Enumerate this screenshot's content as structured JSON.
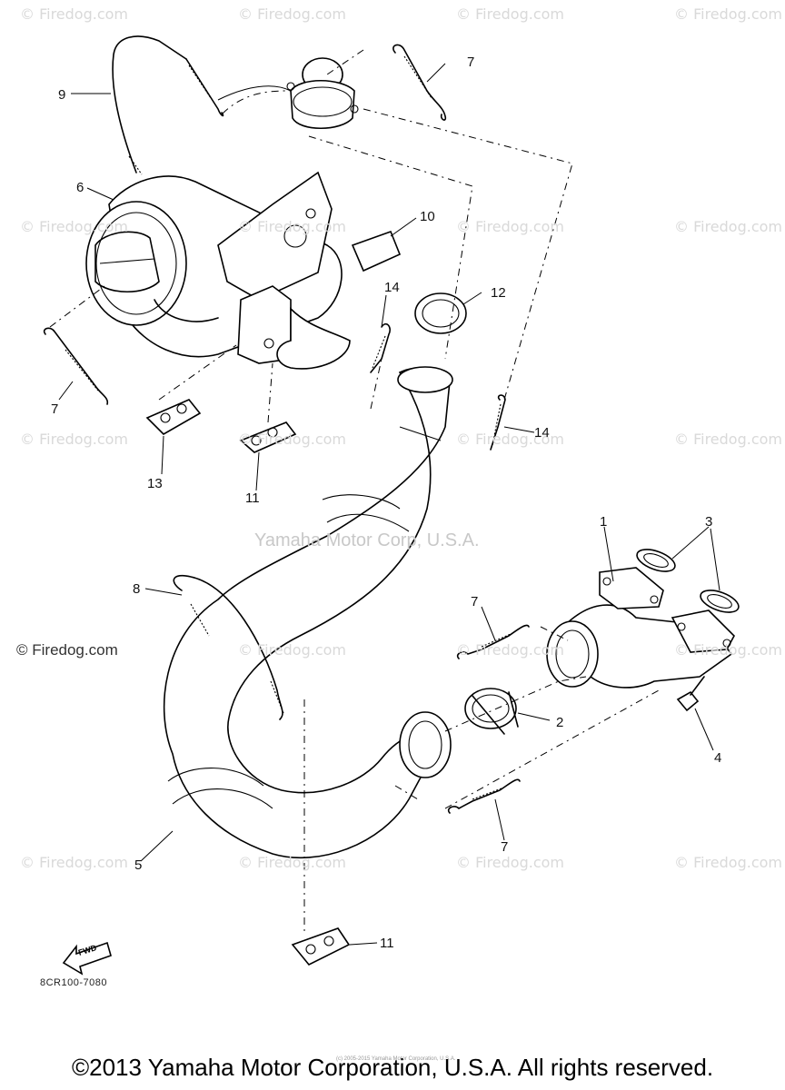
{
  "watermarks": [
    "© Firedog.com",
    "© Firedog.com",
    "© Firedog.com",
    "© Firedog.com",
    "© Firedog.com",
    "© Firedog.com",
    "© Firedog.com",
    "© Firedog.com",
    "© Firedog.com",
    "© Firedog.com",
    "© Firedog.com",
    "© Firedog.com",
    "© Firedog.com",
    "© Firedog.com",
    "© Firedog.com",
    "© Firedog.com",
    "© Firedog.com",
    "© Firedog.com",
    "© Firedog.com"
  ],
  "center_watermark": "Yamaha Motor Corp, U.S.A.",
  "left_watermark": "© Firedog.com",
  "callouts": [
    "1",
    "2",
    "3",
    "4",
    "5",
    "6",
    "7",
    "7",
    "7",
    "7",
    "8",
    "9",
    "10",
    "11",
    "11",
    "12",
    "13",
    "14",
    "14"
  ],
  "fwd_label": "FWD",
  "part_code": "8CR100-7080",
  "tiny_copyright": "(c) 2005-2015 Yamaha Motor Corporation, U.S.A.",
  "footer": "©2013 Yamaha Motor Corporation, U.S.A. All rights reserved."
}
